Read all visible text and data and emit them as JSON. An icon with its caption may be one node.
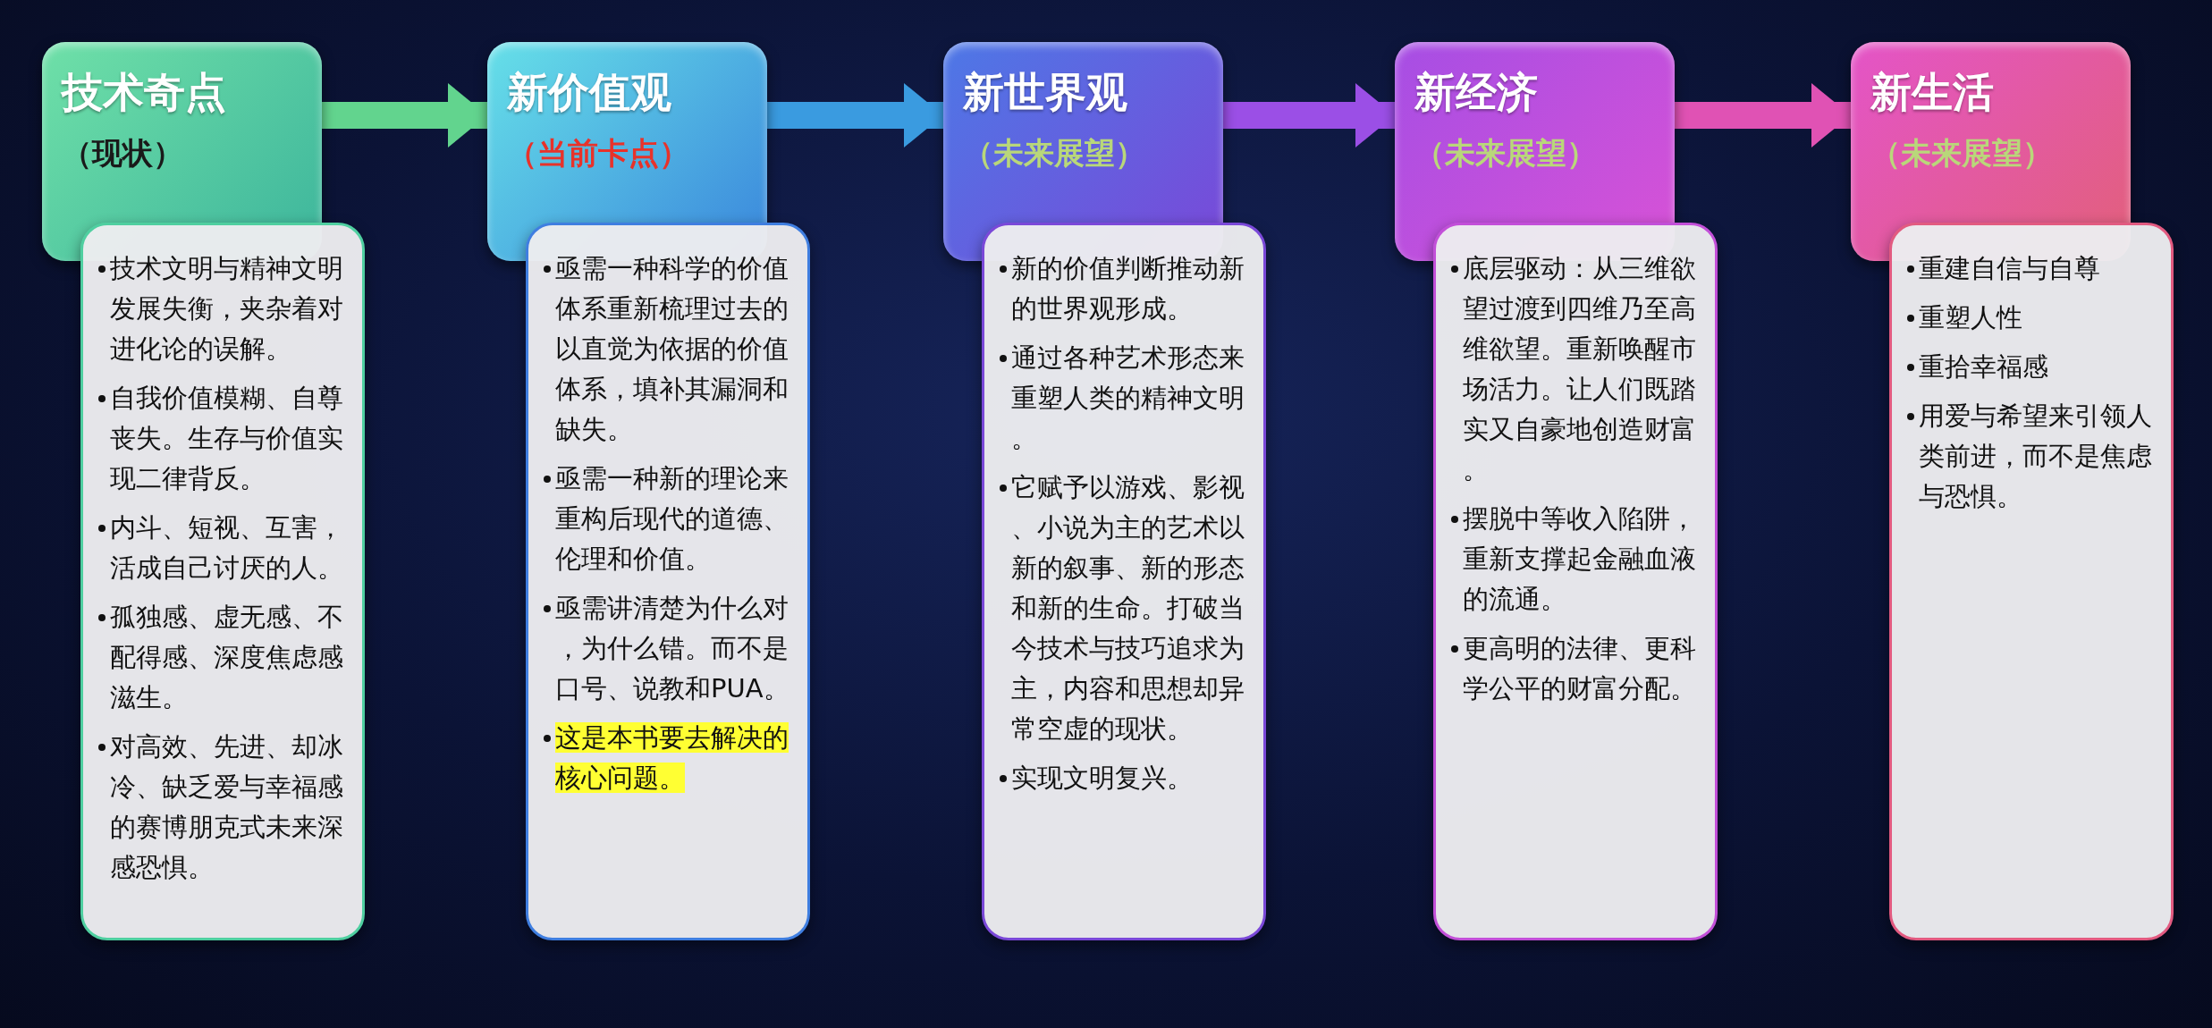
{
  "diagram": {
    "nodes": [
      {
        "text": [
          "技术奇点",
          "（现状）"
        ]
      },
      {
        "text": [
          "技术文明与精神文明发展失衡，夹杂着对进化论的误解。",
          "自我价值模糊、自尊丧失。生存与价值实现二律背反。",
          "内斗、短视、互害，活成自己讨厌的人。",
          "孤独感、虚无感、不配得感、深度焦虑感滋生。",
          "对高效、先进、却冰冷、缺乏爱与幸福感的赛博朋克式未来深感恐惧。"
        ]
      },
      {
        "text": [
          "新价值观",
          "（当前卡点）"
        ]
      },
      {
        "text": [
          "亟需一种科学的价值体系重新梳理过去的以直觉为依据的价值体系，填补其漏洞和缺失。",
          "亟需一种新的理论来重构后现代的道德、伦理和价值。",
          "亟需讲清楚为什么对，为什么错。而不是口号、说教和PUA。",
          "这是本书要去解决的核心问题。"
        ]
      },
      {
        "text": [
          "新世界观",
          "（未来展望）"
        ]
      },
      {
        "text": [
          "新的价值判断推动新的世界观形成。",
          "通过各种艺术形态来重塑人类的精神文明。",
          "它赋予以游戏、影视、小说为主的艺术以新的叙事、新的形态和新的生命。打破当今技术与技巧追求为主，内容和思想却异常空虚的现状。",
          "实现文明复兴。"
        ]
      },
      {
        "text": [
          "新经济",
          "（未来展望）"
        ]
      },
      {
        "text": [
          "底层驱动：从三维欲望过渡到四维乃至高维欲望。重新唤醒市场活力。让人们既踏实又自豪地创造财富。",
          "摆脱中等收入陷阱，重新支撑起金融血液的流通。",
          "更高明的法律、更科学公平的财富分配。"
        ]
      },
      {
        "text": [
          "新生活",
          "（未来展望）"
        ]
      },
      {
        "text": [
          "重建自信与自尊",
          "重塑人性",
          "重拾幸福感",
          "用爱与希望来引领人类前进，而不是焦虑与恐惧。"
        ]
      }
    ],
    "edges": [
      {
        "from": 0,
        "to": 2,
        "arrow": "to",
        "color": "#62d48e"
      },
      {
        "from": 2,
        "to": 4,
        "arrow": "to",
        "color": "#3a9be0"
      },
      {
        "from": 4,
        "to": 6,
        "arrow": "to",
        "color": "#9b4fe6"
      },
      {
        "from": 6,
        "to": 8,
        "arrow": "to",
        "color": "#e052b4"
      }
    ]
  }
}
